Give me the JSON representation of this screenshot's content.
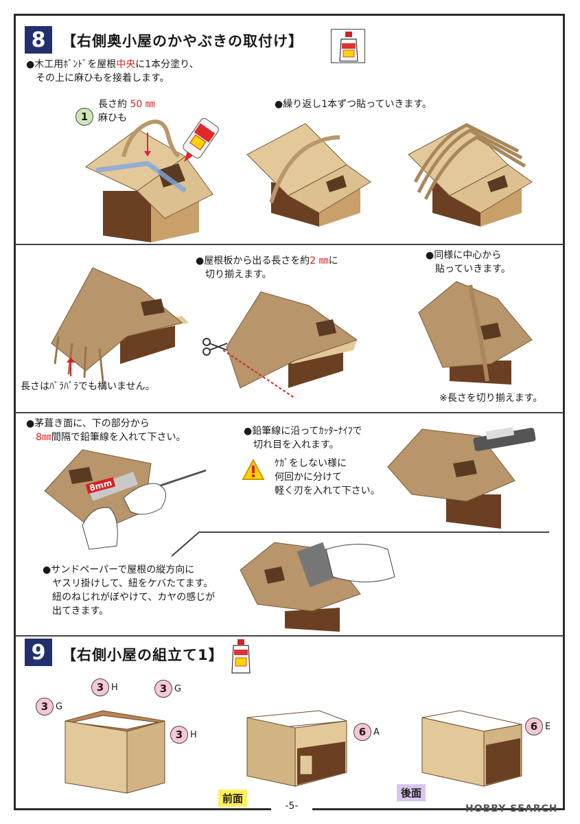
{
  "step8": {
    "number": "8",
    "title": "【右側奥小屋のかやぶきの取付け】",
    "intro_line1": "●木工用ﾎﾞﾝﾄﾞを屋根",
    "intro_center": "中央",
    "intro_line1_end": "に1本分塗り、",
    "intro_line2": "その上に麻ひもを接着します。",
    "length_label": "長さ約",
    "length_value": "50 ㎜",
    "part_number": "1",
    "part_name": "麻ひも",
    "bond_label": "ボンド",
    "repeat_note": "●繰り返し1本ずつ貼っていきます。",
    "trim_note_line1a": "●屋根板から出る長さを約",
    "trim_note_value": "2 ㎜",
    "trim_note_line1b": "に",
    "trim_note_line2": "切り揃えます。",
    "center_note_line1": "●同様に中心から",
    "center_note_line2": "貼っていきます。",
    "length_free_note": "長さはﾊﾞﾗﾊﾞﾗでも構いません。",
    "cut_note": "※長さを切り揃えます。",
    "pencil_line1": "●茅葺き面に、下の部分から",
    "pencil_value": "8㎜",
    "pencil_line2": "間隔で鉛筆線を入れて下さい。",
    "ruler_label": "8mm",
    "cutter_line1": "●鉛筆線に沿ってｶｯﾀｰﾅｲﾌで",
    "cutter_line2": "切れ目を入れます。",
    "caution_line1": "ｹｶﾞをしない様に",
    "caution_line2": "何回かに分けて",
    "caution_line3": "軽く刃を入れて下さい。",
    "sand_line1": "●サンドペーパーで屋根の縦方向に",
    "sand_line2": "ヤスリ掛けして、紐をケバたてます。",
    "sand_line3": "紐のねじれがぼやけて、カヤの感じが",
    "sand_line4": "出てきます。"
  },
  "step9": {
    "number": "9",
    "title": "【右側小屋の組立て1】",
    "bond_label": "ボンド",
    "parts": [
      {
        "num": "3",
        "sfx": "G"
      },
      {
        "num": "3",
        "sfx": "H"
      },
      {
        "num": "3",
        "sfx": "G"
      },
      {
        "num": "3",
        "sfx": "H"
      },
      {
        "num": "6",
        "sfx": "A"
      },
      {
        "num": "6",
        "sfx": "E"
      }
    ],
    "front_label": "前面",
    "back_label": "後面"
  },
  "page_number": "-5-",
  "watermark": "HOBBY SEARCH",
  "colors": {
    "step_badge": "#22306e",
    "accent_red": "#d92020",
    "part_circle": "#f7c8d4",
    "front_label_bg": "#ffef5a",
    "back_label_bg": "#d9c6ee",
    "wood_light": "#e3c99a",
    "wood_dark": "#6b3f22",
    "thatch": "#b8956a"
  }
}
